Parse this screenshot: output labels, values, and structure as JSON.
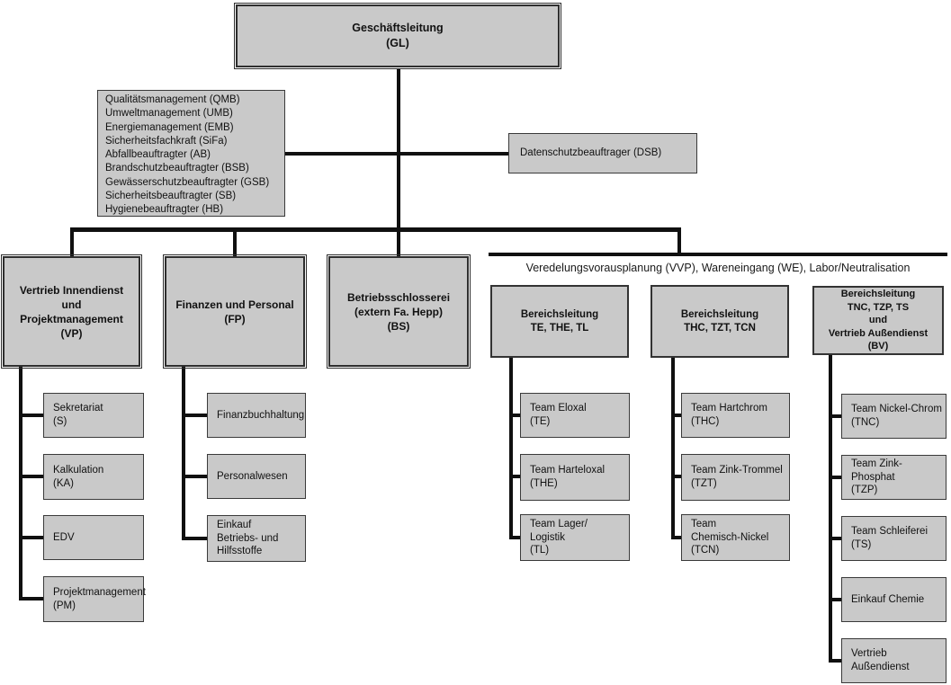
{
  "colors": {
    "box_fill": "#c9c9c9",
    "border": "#2e2e2e",
    "connector": "#101010",
    "background": "#ffffff"
  },
  "root": {
    "label": "Geschäftsleitung\n(GL)"
  },
  "staff": {
    "left": "Qualitätsmanagement (QMB)\nUmweltmanagement (UMB)\nEnergiemanagement (EMB)\nSicherheitsfachkraft (SiFa)\nAbfallbeauftragter (AB)\nBrandschutzbeauftragter (BSB)\nGewässerschutzbeauftragter (GSB)\nSicherheitsbeauftragter (SB)\nHygienebeauftragter (HB)",
    "right": "Datenschutzbeauftrager (DSB)"
  },
  "group_header": "Veredelungsvorausplanung (VVP), Wareneingang (WE), Labor/Neutralisation",
  "departments": {
    "vp": {
      "label": "Vertrieb Innendienst\nund\nProjektmanagement\n(VP)",
      "children": [
        "Sekretariat\n(S)",
        "Kalkulation\n(KA)",
        "EDV",
        "Projektmanagement\n(PM)"
      ]
    },
    "fp": {
      "label": "Finanzen und Personal\n(FP)",
      "children": [
        "Finanzbuchhaltung",
        "Personalwesen",
        "Einkauf\nBetriebs- und\nHilfsstoffe"
      ]
    },
    "bs": {
      "label": "Betriebsschlosserei\n(extern Fa. Hepp)\n(BS)",
      "children": []
    },
    "bl1": {
      "label": "Bereichsleitung\nTE, THE, TL",
      "children": [
        "Team Eloxal\n(TE)",
        "Team Harteloxal\n(THE)",
        "Team Lager/ Logistik\n(TL)"
      ]
    },
    "bl2": {
      "label": "Bereichsleitung\nTHC, TZT, TCN",
      "children": [
        "Team Hartchrom\n(THC)",
        "Team Zink-Trommel\n(TZT)",
        "Team\nChemisch-Nickel\n(TCN)"
      ]
    },
    "bl3": {
      "label": "Bereichsleitung\nTNC, TZP, TS\nund\nVertrieb Außendienst\n(BV)",
      "children": [
        "Team Nickel-Chrom\n(TNC)",
        "Team Zink-Phosphat\n(TZP)",
        "Team Schleiferei\n(TS)",
        "Einkauf Chemie",
        "Vertrieb\nAußendienst"
      ]
    }
  }
}
